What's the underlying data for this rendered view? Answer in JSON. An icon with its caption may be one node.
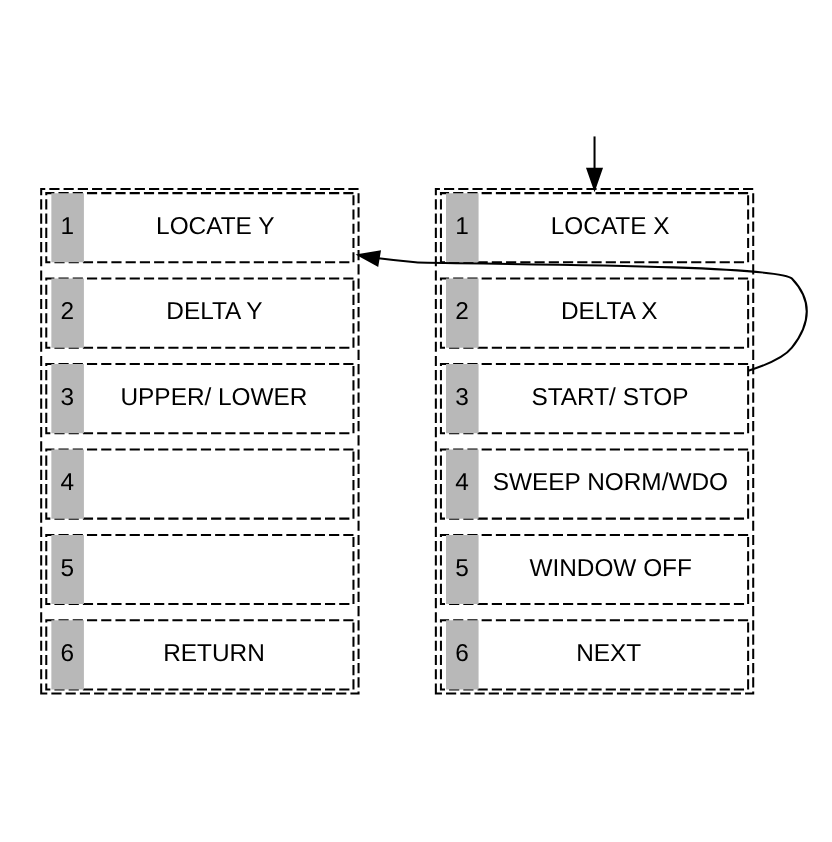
{
  "diagram": {
    "nodes": [
      {
        "text": [],
        "shape": "box"
      },
      {
        "text": [
          "1",
          "LOCATE X"
        ],
        "in": 0
      },
      {
        "text": [
          "2",
          "DELTA X"
        ],
        "in": 0
      },
      {
        "text": [
          "3",
          "START/ STOP"
        ],
        "in": 0
      },
      {
        "text": [
          "4",
          "SWEEP NORM/WDO"
        ],
        "in": 0
      },
      {
        "text": [
          "5",
          "WINDOW OFF"
        ],
        "in": 0
      },
      {
        "text": [
          "6",
          "NEXT"
        ],
        "in": 0
      },
      {
        "text": [],
        "shape": "box"
      },
      {
        "text": [
          "1",
          "LOCATE Y"
        ],
        "in": 7
      },
      {
        "text": [
          "2",
          "DELTA Y"
        ],
        "in": 7
      },
      {
        "text": [
          "3",
          "UPPER/ LOWER"
        ],
        "in": 7
      },
      {
        "text": [
          "4"
        ],
        "in": 7
      },
      {
        "text": [
          "5"
        ],
        "in": 7
      },
      {
        "text": [
          "6",
          "RETURN"
        ],
        "in": 7
      }
    ],
    "edges": [
      {
        "from": null,
        "to": 0,
        "arrow": "to"
      },
      {
        "from": 3,
        "to": 7,
        "arrow": "to"
      }
    ]
  }
}
